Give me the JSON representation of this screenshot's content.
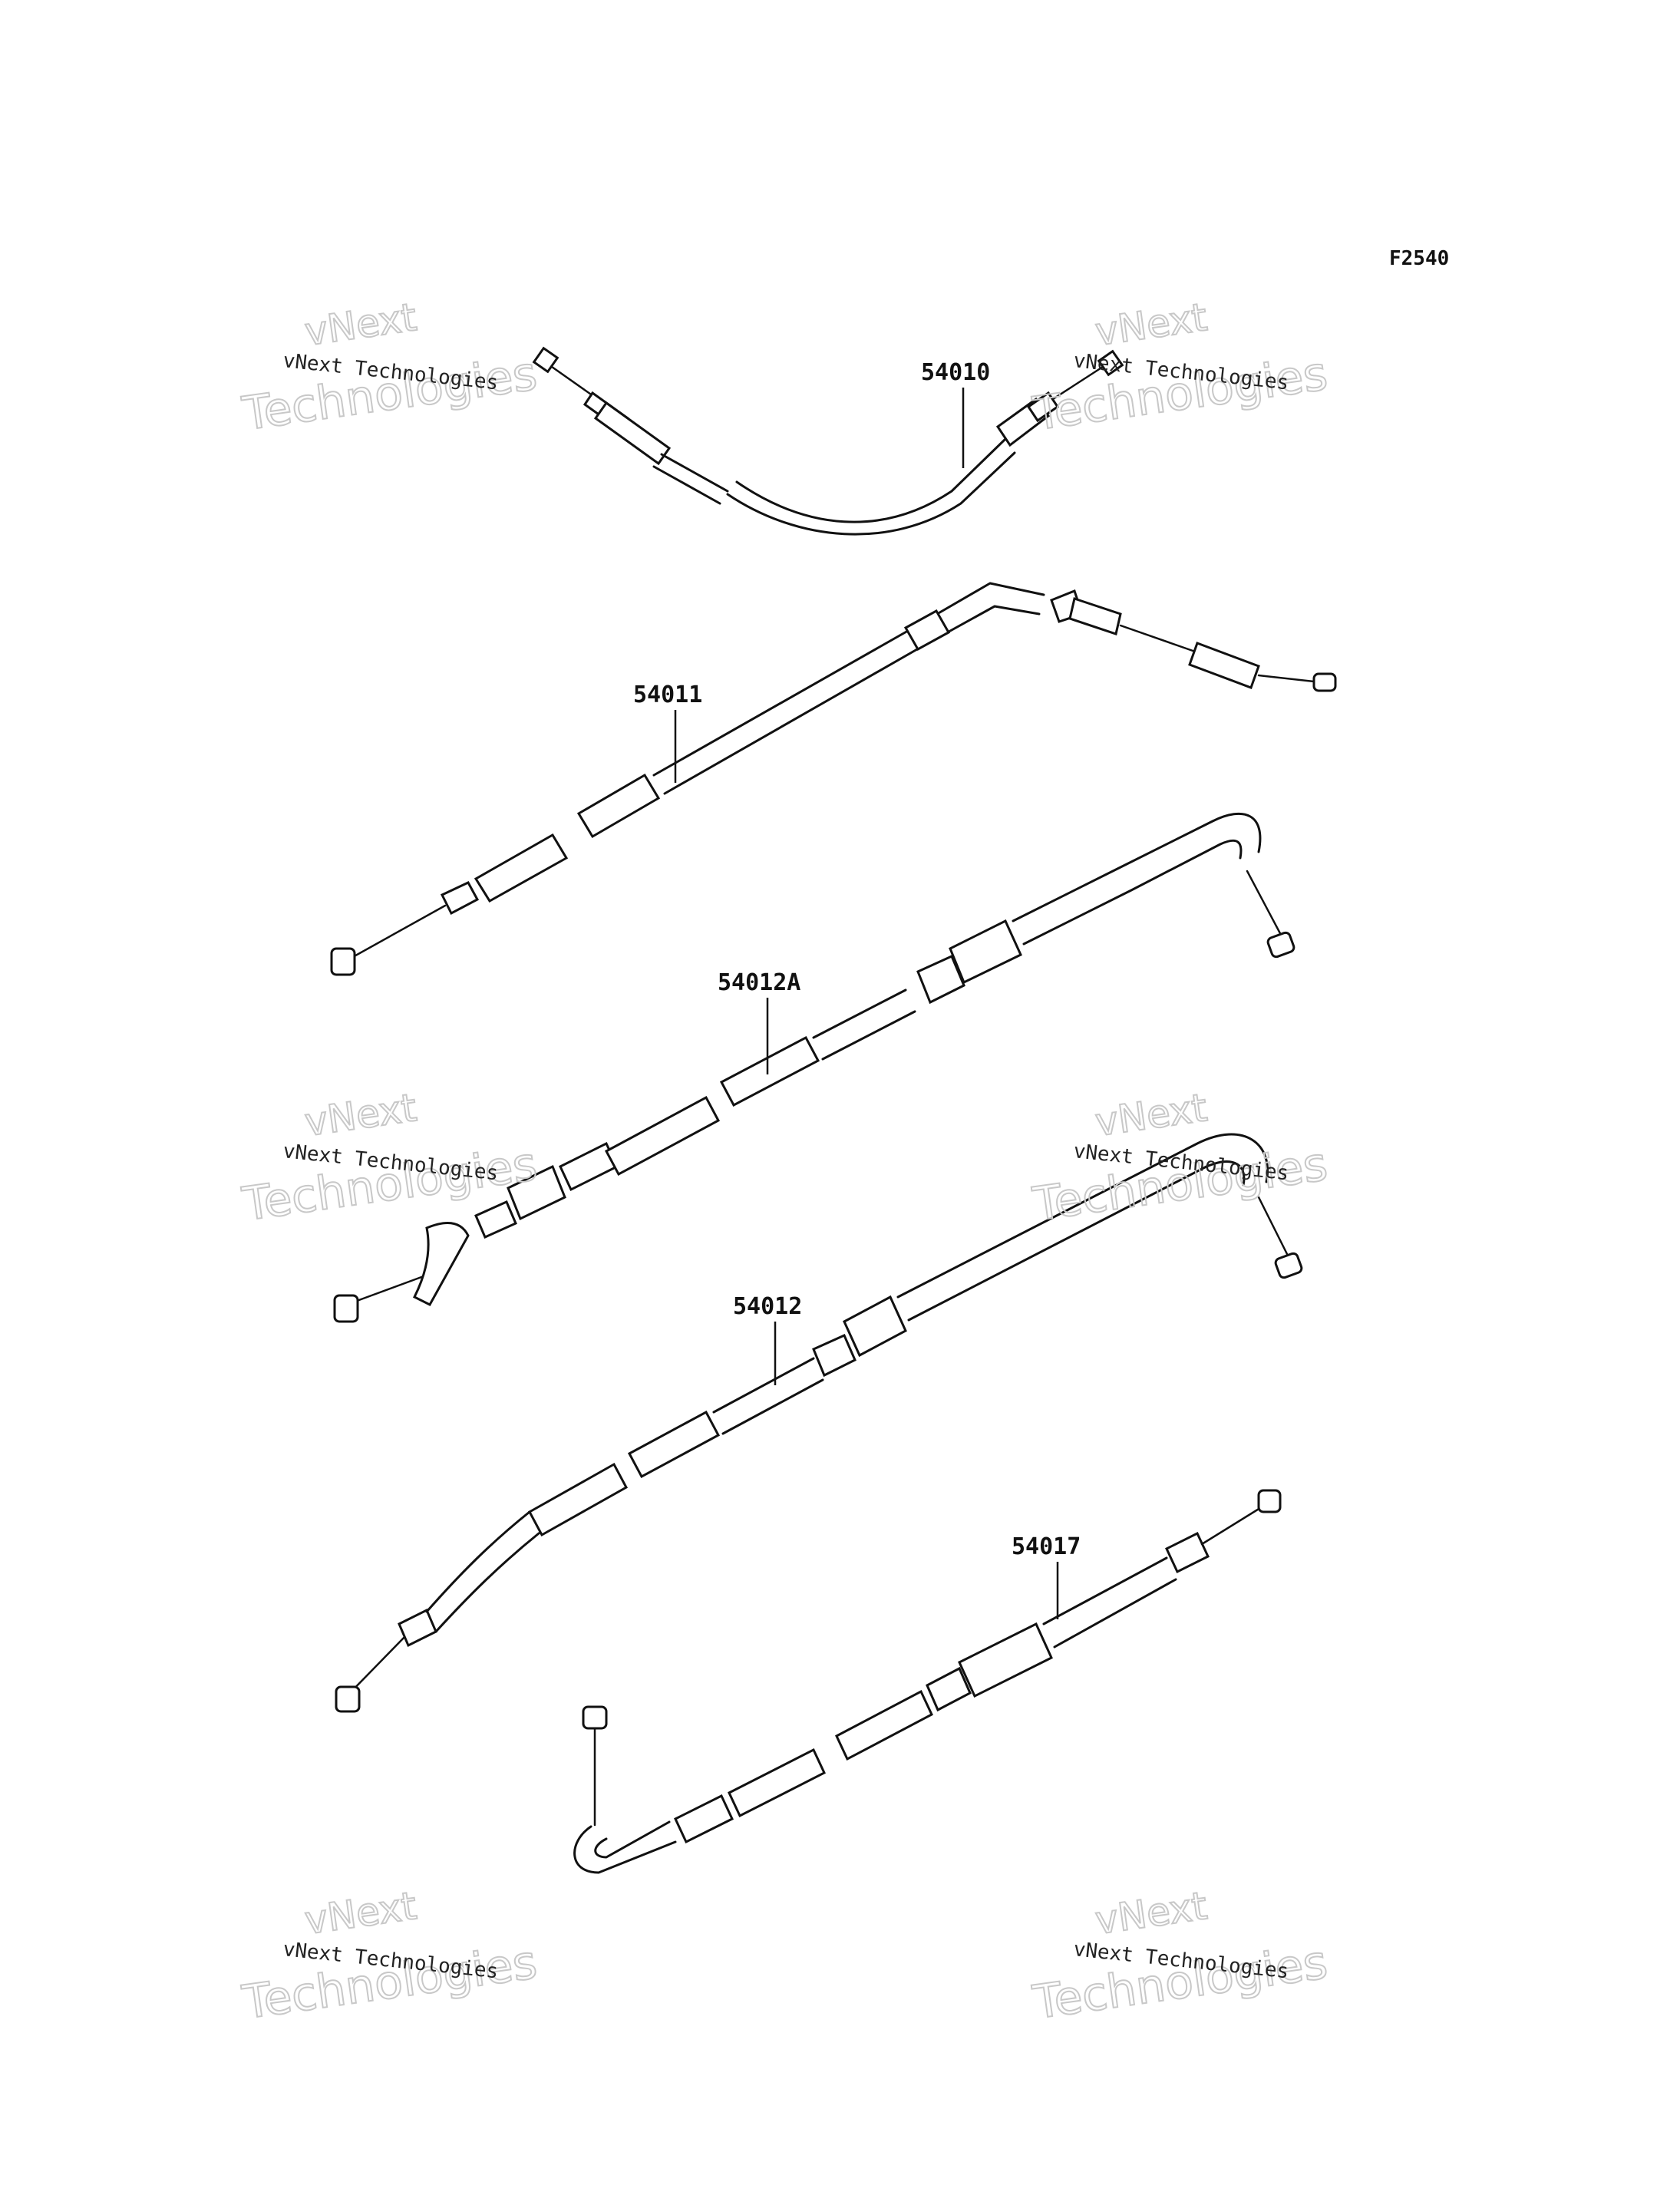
{
  "figure_code": "F2540",
  "parts": [
    {
      "number": "54010"
    },
    {
      "number": "54011"
    },
    {
      "number": "54012A"
    },
    {
      "number": "54012"
    },
    {
      "number": "54017"
    }
  ],
  "watermark": {
    "line1": "vNext Technologies",
    "line2": "vNext",
    "line3": "Technologies"
  }
}
